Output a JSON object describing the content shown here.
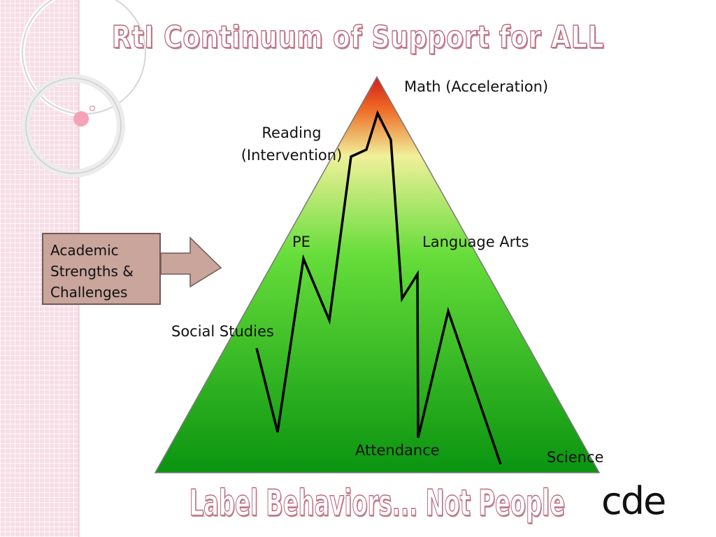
{
  "title": "RtI  Continuum of  Support  for ALL",
  "footer": "Label Behaviors... Not People",
  "logo_text": "cde",
  "callout": {
    "lines": [
      "Academic",
      "Strengths &",
      "Challenges"
    ],
    "color": "#c9a59c"
  },
  "triangle": {
    "gradient_colors": [
      "#d21d1d",
      "#f0f09a",
      "#66dd3a",
      "#0a9410"
    ]
  },
  "subject_labels": {
    "math": "Math (Acceleration)",
    "reading_line1": "Reading",
    "reading_line2": "(Intervention)",
    "pe": "PE",
    "language_arts": "Language Arts",
    "social_studies": "Social Studies",
    "attendance": "Attendance",
    "science": "Science"
  }
}
